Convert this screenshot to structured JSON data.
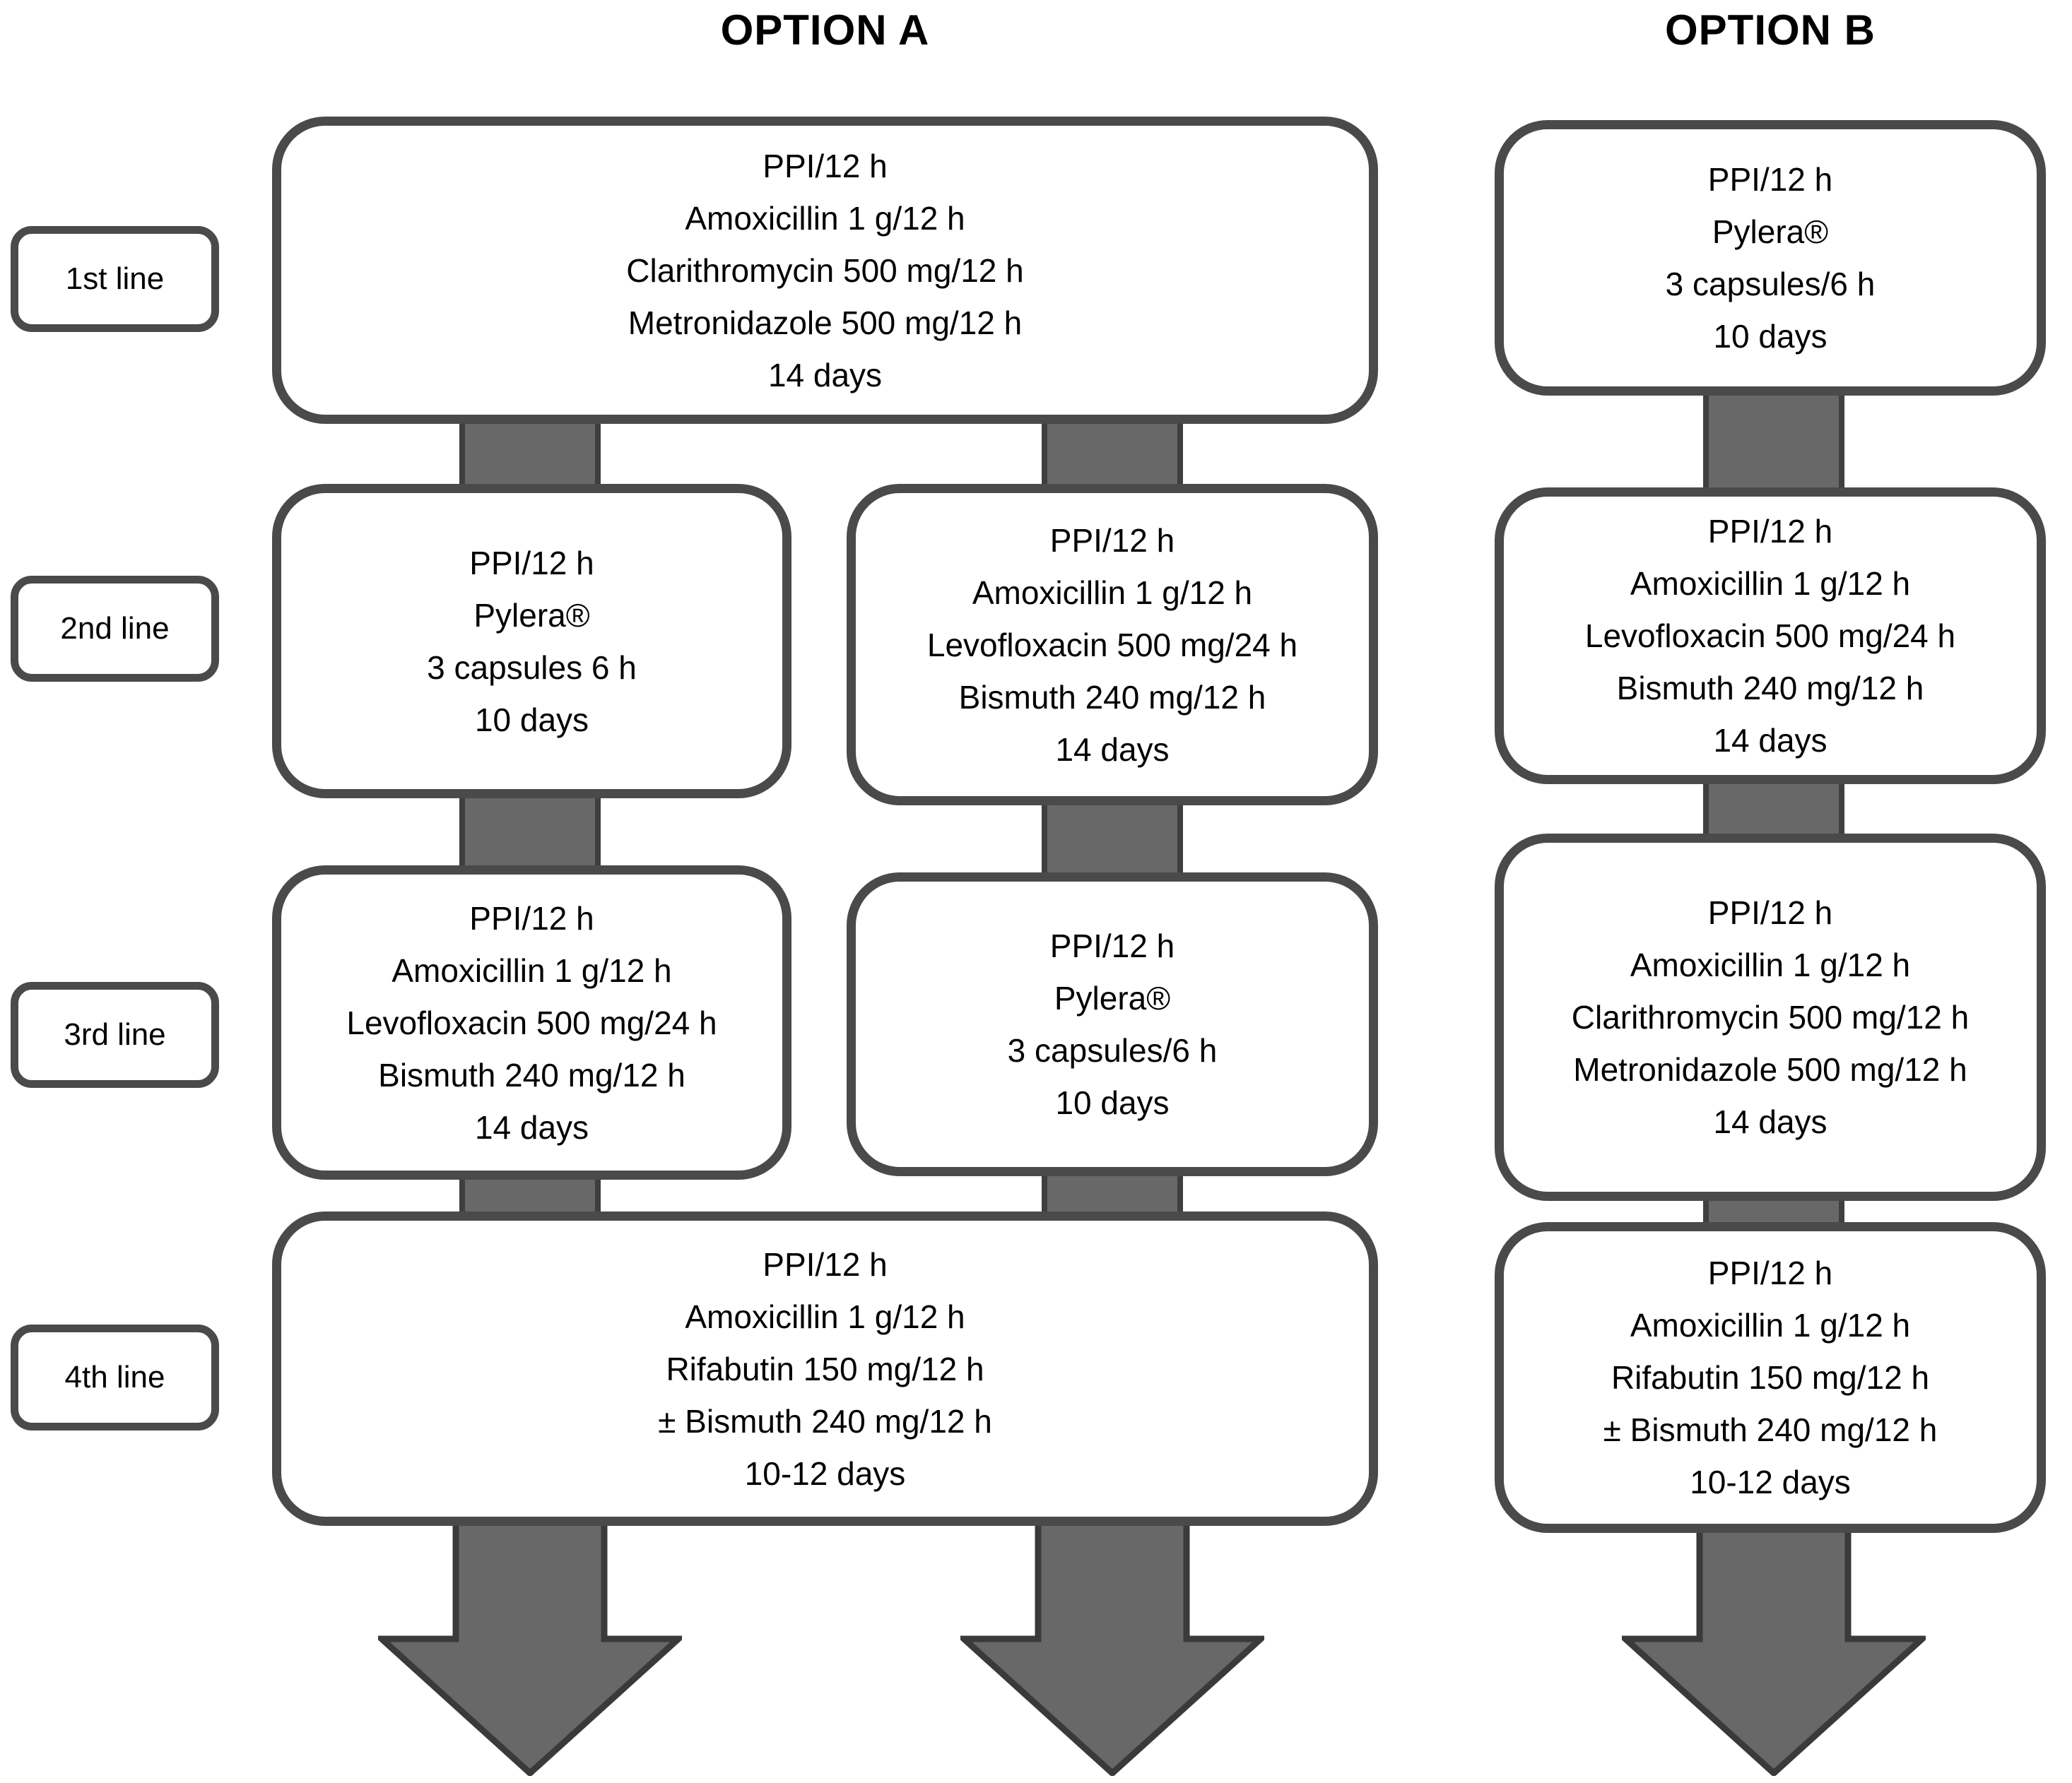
{
  "titles": {
    "option_a": "OPTION A",
    "option_b": "OPTION B"
  },
  "row_labels": [
    {
      "label": "1st line"
    },
    {
      "label": "2nd line"
    },
    {
      "label": "3rd line"
    },
    {
      "label": "4th line"
    }
  ],
  "boxes": {
    "a1": {
      "lines": [
        "PPI/12 h",
        "Amoxicillin 1 g/12 h",
        "Clarithromycin 500 mg/12 h",
        "Metronidazole 500 mg/12 h",
        "14 days"
      ]
    },
    "a2a": {
      "lines": [
        "PPI/12 h",
        "Pylera®",
        "3 capsules 6 h",
        "10 days"
      ]
    },
    "a2b": {
      "lines": [
        "PPI/12 h",
        "Amoxicillin 1 g/12 h",
        "Levofloxacin 500 mg/24 h",
        "Bismuth 240 mg/12 h",
        "14 days"
      ]
    },
    "a3a": {
      "lines": [
        "PPI/12 h",
        "Amoxicillin 1 g/12 h",
        "Levofloxacin 500 mg/24 h",
        "Bismuth 240 mg/12 h",
        "14 days"
      ]
    },
    "a3b": {
      "lines": [
        "PPI/12 h",
        "Pylera®",
        "3 capsules/6 h",
        "10 days"
      ]
    },
    "a4": {
      "lines": [
        "PPI/12 h",
        "Amoxicillin 1 g/12 h",
        "Rifabutin 150 mg/12 h",
        "± Bismuth 240 mg/12 h",
        "10-12 days"
      ]
    },
    "b1": {
      "lines": [
        "PPI/12 h",
        "Pylera®",
        "3 capsules/6 h",
        "10 days"
      ]
    },
    "b2": {
      "lines": [
        "PPI/12 h",
        "Amoxicillin 1 g/12 h",
        "Levofloxacin 500 mg/24 h",
        "Bismuth 240 mg/12 h",
        "14 days"
      ]
    },
    "b3": {
      "lines": [
        "PPI/12 h",
        "Amoxicillin 1 g/12 h",
        "Clarithromycin 500 mg/12 h",
        "Metronidazole 500 mg/12 h",
        "14 days"
      ]
    },
    "b4": {
      "lines": [
        "PPI/12 h",
        "Amoxicillin 1 g/12 h",
        "Rifabutin 150 mg/12 h",
        "± Bismuth 240 mg/12 h",
        "10-12 days"
      ]
    }
  },
  "colors": {
    "box_border": "#4a4a4a",
    "connector_fill": "#686868",
    "connector_edge": "#3f3f3f",
    "arrow_fill": "#686868",
    "arrow_edge": "#3a3a3a",
    "text": "#000000"
  }
}
